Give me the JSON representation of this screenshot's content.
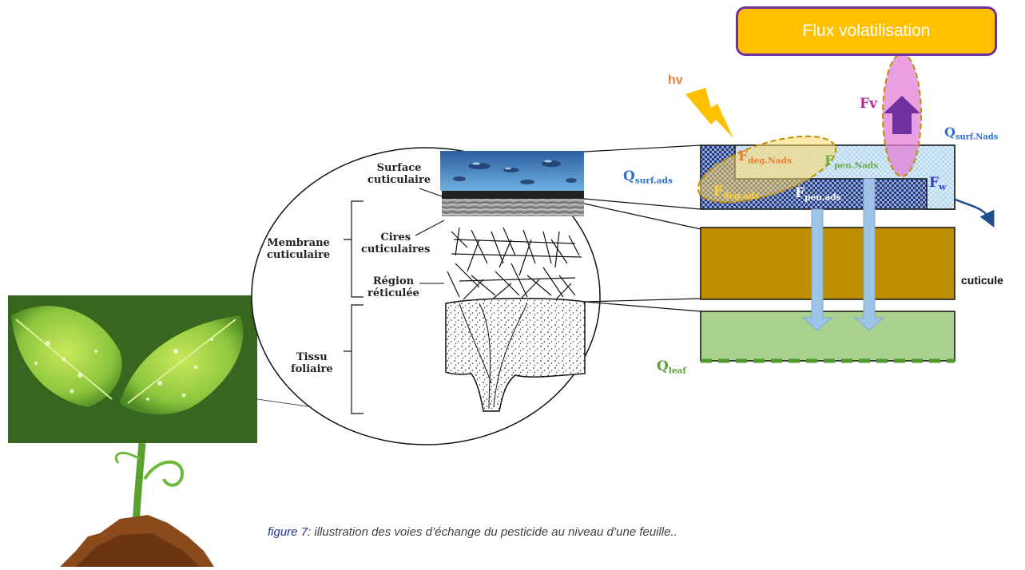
{
  "flux_box": {
    "label": "Flux volatilisation"
  },
  "magnified_labels": {
    "surface_cuticulaire": [
      "Surface",
      "cuticulaire"
    ],
    "membrane_cuticulaire": [
      "Membrane",
      "cuticulaire"
    ],
    "cires_cuticulaires": [
      "Cires",
      "cuticulaires"
    ],
    "region_reticulee": [
      "Région",
      "réticulée"
    ],
    "tissu_foliaire": [
      "Tissu",
      "foliaire"
    ]
  },
  "model_labels": {
    "hv": "hv",
    "fv": "Fv",
    "q_surf_nads": {
      "base": "Q",
      "sub": "surf.Nads"
    },
    "q_surf_ads": {
      "base": "Q",
      "sub": "surf.ads"
    },
    "f_deg_nads": {
      "base": "F",
      "sub": "deg.Nads"
    },
    "f_pen_nads": {
      "base": "F",
      "sub": "pen.Nads"
    },
    "f_deg_ads": {
      "base": "F",
      "sub": "deg.ads"
    },
    "f_pen_ads": {
      "base": "F",
      "sub": "pen.ads"
    },
    "f_w": {
      "base": "F",
      "sub": "w"
    },
    "cuticule": "cuticule",
    "q_leaf": {
      "base": "Q",
      "sub": "leaf"
    }
  },
  "caption": {
    "figure_ref": "figure 7",
    "text": ": illustration des voies d’échange du pesticide au niveau d’une feuille.."
  },
  "colors": {
    "accent_orange": "#ffc000",
    "accent_purple": "#7030a0",
    "cuticle_brown": "#bf8f00",
    "leaf_green": "#a9d18e",
    "surface_blue": "#203a8c",
    "arrow_blue": "#9dc3e6"
  },
  "icons": [
    "lightning-bolt-icon",
    "up-arrow-icon",
    "curved-arrow-icon",
    "down-arrow-icon"
  ]
}
